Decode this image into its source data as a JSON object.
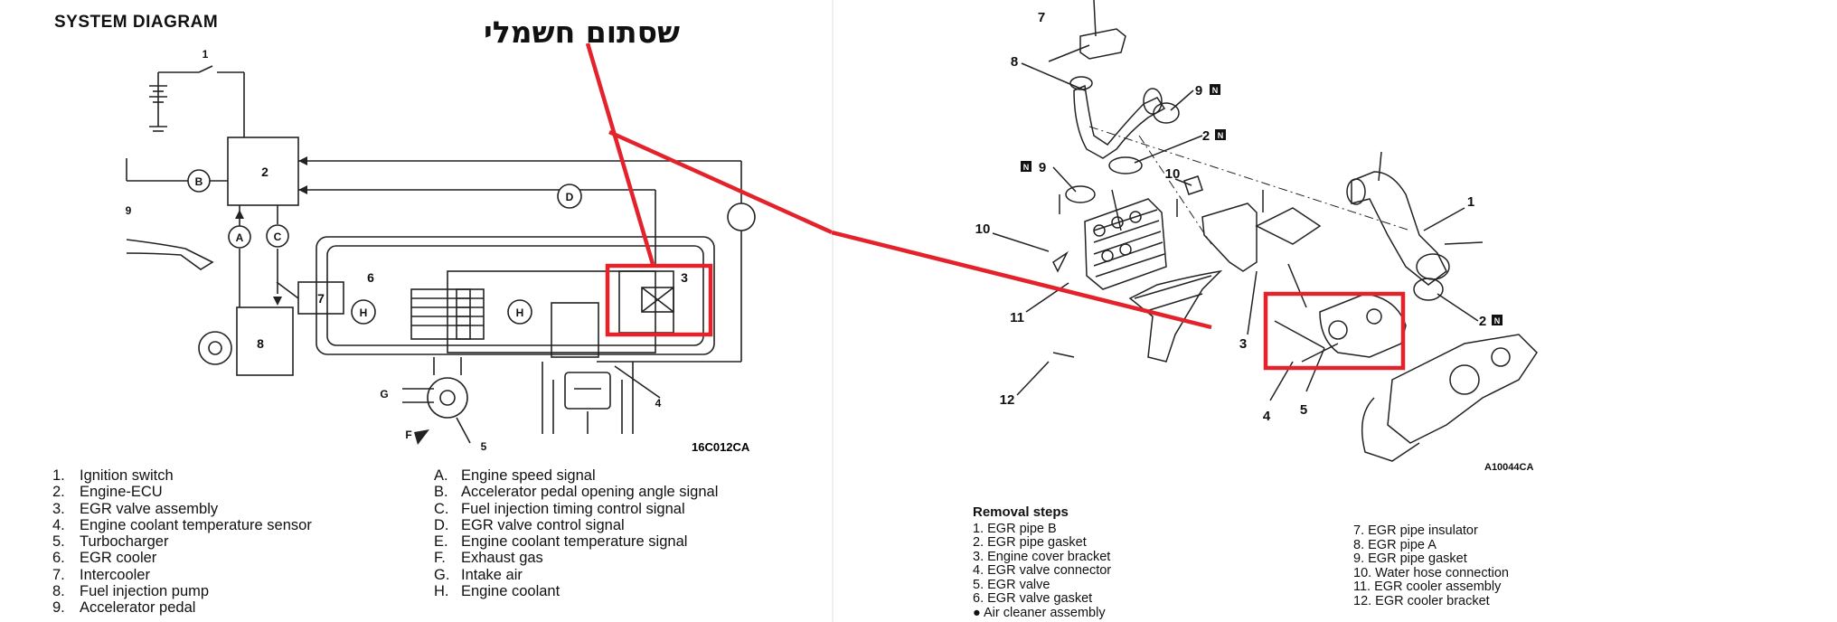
{
  "left_panel": {
    "title": "SYSTEM DIAGRAM",
    "annotation_hebrew": "שסתום חשמלי",
    "figure_code": "16C012CA",
    "callouts": {
      "n1": "1",
      "n2": "2",
      "n3": "3",
      "n4": "4",
      "n5": "5",
      "n6": "6",
      "n7": "7",
      "n8": "8",
      "n9": "9",
      "A": "A",
      "B": "B",
      "C": "C",
      "D": "D",
      "F": "F",
      "G": "G",
      "H1": "H",
      "H2": "H"
    },
    "legend_components": [
      {
        "num": "1.",
        "label": "Ignition switch"
      },
      {
        "num": "2.",
        "label": "Engine-ECU"
      },
      {
        "num": "3.",
        "label": "EGR valve assembly"
      },
      {
        "num": "4.",
        "label": "Engine coolant temperature sensor"
      },
      {
        "num": "5.",
        "label": "Turbocharger"
      },
      {
        "num": "6.",
        "label": "EGR cooler"
      },
      {
        "num": "7.",
        "label": "Intercooler"
      },
      {
        "num": "8.",
        "label": "Fuel injection pump"
      },
      {
        "num": "9.",
        "label": "Accelerator pedal"
      }
    ],
    "legend_signals": [
      {
        "num": "A.",
        "label": "Engine speed signal"
      },
      {
        "num": "B.",
        "label": "Accelerator pedal opening angle signal"
      },
      {
        "num": "C.",
        "label": "Fuel injection timing control signal"
      },
      {
        "num": "D.",
        "label": "EGR valve control signal"
      },
      {
        "num": "E.",
        "label": "Engine coolant temperature signal"
      },
      {
        "num": "F.",
        "label": "Exhaust gas"
      },
      {
        "num": "G.",
        "label": "Intake air"
      },
      {
        "num": "H.",
        "label": "Engine coolant"
      }
    ]
  },
  "right_panel": {
    "figure_code": "A10044CA",
    "callouts": {
      "c7": "7",
      "c8": "8",
      "c9a": "9",
      "c2a": "2",
      "c9b": "9",
      "c10a": "10",
      "c10b": "10",
      "c1": "1",
      "c2b": "2",
      "c11": "11",
      "c3": "3",
      "c12": "12",
      "c4": "4",
      "c5": "5",
      "N": "N"
    },
    "removal_title": "Removal steps",
    "removal_left": [
      "1. EGR pipe B",
      "2. EGR pipe gasket",
      "3. Engine cover bracket",
      "4. EGR valve connector",
      "5. EGR valve",
      "6. EGR valve gasket",
      "● Air cleaner assembly"
    ],
    "removal_right": [
      "7. EGR pipe insulator",
      "8. EGR pipe A",
      "9. EGR pipe gasket",
      "10. Water hose connection",
      "11. EGR cooler assembly",
      "12. EGR cooler bracket"
    ]
  },
  "colors": {
    "highlight": "#e3222b",
    "line": "#222222"
  }
}
